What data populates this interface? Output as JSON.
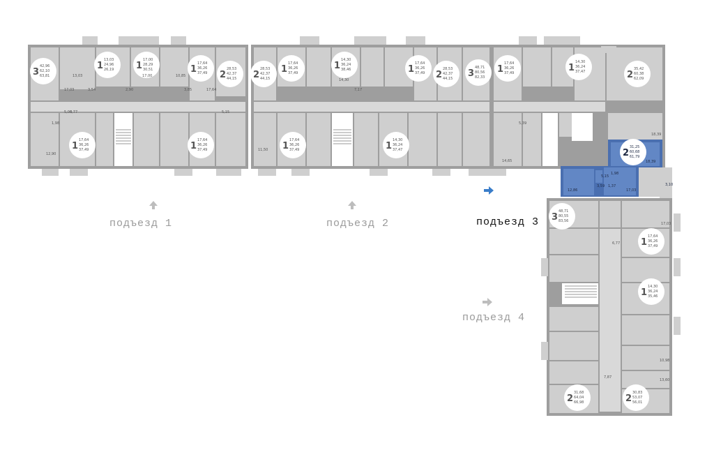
{
  "entrances": [
    {
      "label": "подъезд 1",
      "active": false
    },
    {
      "label": "подъезд 2",
      "active": false
    },
    {
      "label": "подъезд 3",
      "active": true
    },
    {
      "label": "подъезд 4",
      "active": false
    }
  ],
  "apartments": [
    {
      "id": "a1",
      "rooms": "3",
      "areas": [
        "42,96",
        "62,10",
        "63,81"
      ],
      "highlight": false
    },
    {
      "id": "a2",
      "rooms": "1",
      "areas": [
        "13,03",
        "24,96",
        "26,19"
      ],
      "highlight": false
    },
    {
      "id": "a3",
      "rooms": "1",
      "areas": [
        "17,00",
        "28,29",
        "30,51"
      ],
      "highlight": false
    },
    {
      "id": "a4",
      "rooms": "1",
      "areas": [
        "17,64",
        "36,26",
        "37,49"
      ],
      "highlight": false
    },
    {
      "id": "a5",
      "rooms": "2",
      "areas": [
        "28,53",
        "42,37",
        "44,15"
      ],
      "highlight": false
    },
    {
      "id": "a6",
      "rooms": "2",
      "areas": [
        "28,53",
        "42,37",
        "44,15"
      ],
      "highlight": false
    },
    {
      "id": "a7",
      "rooms": "1",
      "areas": [
        "17,64",
        "36,26",
        "37,49"
      ],
      "highlight": false
    },
    {
      "id": "a8",
      "rooms": "1",
      "areas": [
        "14,30",
        "36,24",
        "38,46"
      ],
      "highlight": false
    },
    {
      "id": "a9",
      "rooms": "1",
      "areas": [
        "17,64",
        "36,26",
        "37,49"
      ],
      "highlight": false
    },
    {
      "id": "a10",
      "rooms": "2",
      "areas": [
        "28,53",
        "42,37",
        "44,15"
      ],
      "highlight": false
    },
    {
      "id": "a11",
      "rooms": "3",
      "areas": [
        "48,71",
        "80,56",
        "82,33"
      ],
      "highlight": false
    },
    {
      "id": "a12",
      "rooms": "1",
      "areas": [
        "17,64",
        "36,26",
        "37,49"
      ],
      "highlight": false
    },
    {
      "id": "a13",
      "rooms": "1",
      "areas": [
        "14,30",
        "36,24",
        "37,47"
      ],
      "highlight": false
    },
    {
      "id": "a14",
      "rooms": "2",
      "areas": [
        "35,42",
        "60,38",
        "62,09"
      ],
      "highlight": false
    },
    {
      "id": "a15",
      "rooms": "1",
      "areas": [
        "17,64",
        "36,26",
        "37,49"
      ],
      "highlight": false
    },
    {
      "id": "a16",
      "rooms": "1",
      "areas": [
        "17,64",
        "36,26",
        "37,49"
      ],
      "highlight": false
    },
    {
      "id": "a17",
      "rooms": "1",
      "areas": [
        "17,64",
        "36,26",
        "37,49"
      ],
      "highlight": false
    },
    {
      "id": "a18",
      "rooms": "1",
      "areas": [
        "14,30",
        "36,24",
        "37,47"
      ],
      "highlight": false
    },
    {
      "id": "a19",
      "rooms": "2",
      "areas": [
        "31,25",
        "60,68",
        "61,79"
      ],
      "highlight": true
    },
    {
      "id": "a20",
      "rooms": "3",
      "areas": [
        "48,71",
        "80,55",
        "83,56"
      ],
      "highlight": false
    },
    {
      "id": "a21",
      "rooms": "1",
      "areas": [
        "17,64",
        "36,26",
        "37,49"
      ],
      "highlight": false
    },
    {
      "id": "a22",
      "rooms": "1",
      "areas": [
        "14,30",
        "36,24",
        "35,46"
      ],
      "highlight": false
    },
    {
      "id": "a23",
      "rooms": "2",
      "areas": [
        "31,68",
        "64,04",
        "66,98"
      ],
      "highlight": false
    },
    {
      "id": "a24",
      "rooms": "2",
      "areas": [
        "30,83",
        "53,07",
        "56,01"
      ],
      "highlight": false
    }
  ],
  "room_labels": {
    "highlight": [
      "18,39",
      "12,86",
      "17,03",
      "5,15",
      "1,98",
      "3,59",
      "3,10",
      "1,37"
    ],
    "other": [
      "17,03",
      "5,00",
      "3,54",
      "2,90",
      "10,85",
      "3,85",
      "17,64",
      "6,77",
      "1,98",
      "12,90",
      "14,30",
      "11,50",
      "5,15",
      "14,65",
      "5,39",
      "17,00",
      "13,03",
      "7,17",
      "10,98",
      "13,60",
      "7,87",
      "18,39",
      "17,03",
      "6,77"
    ]
  }
}
